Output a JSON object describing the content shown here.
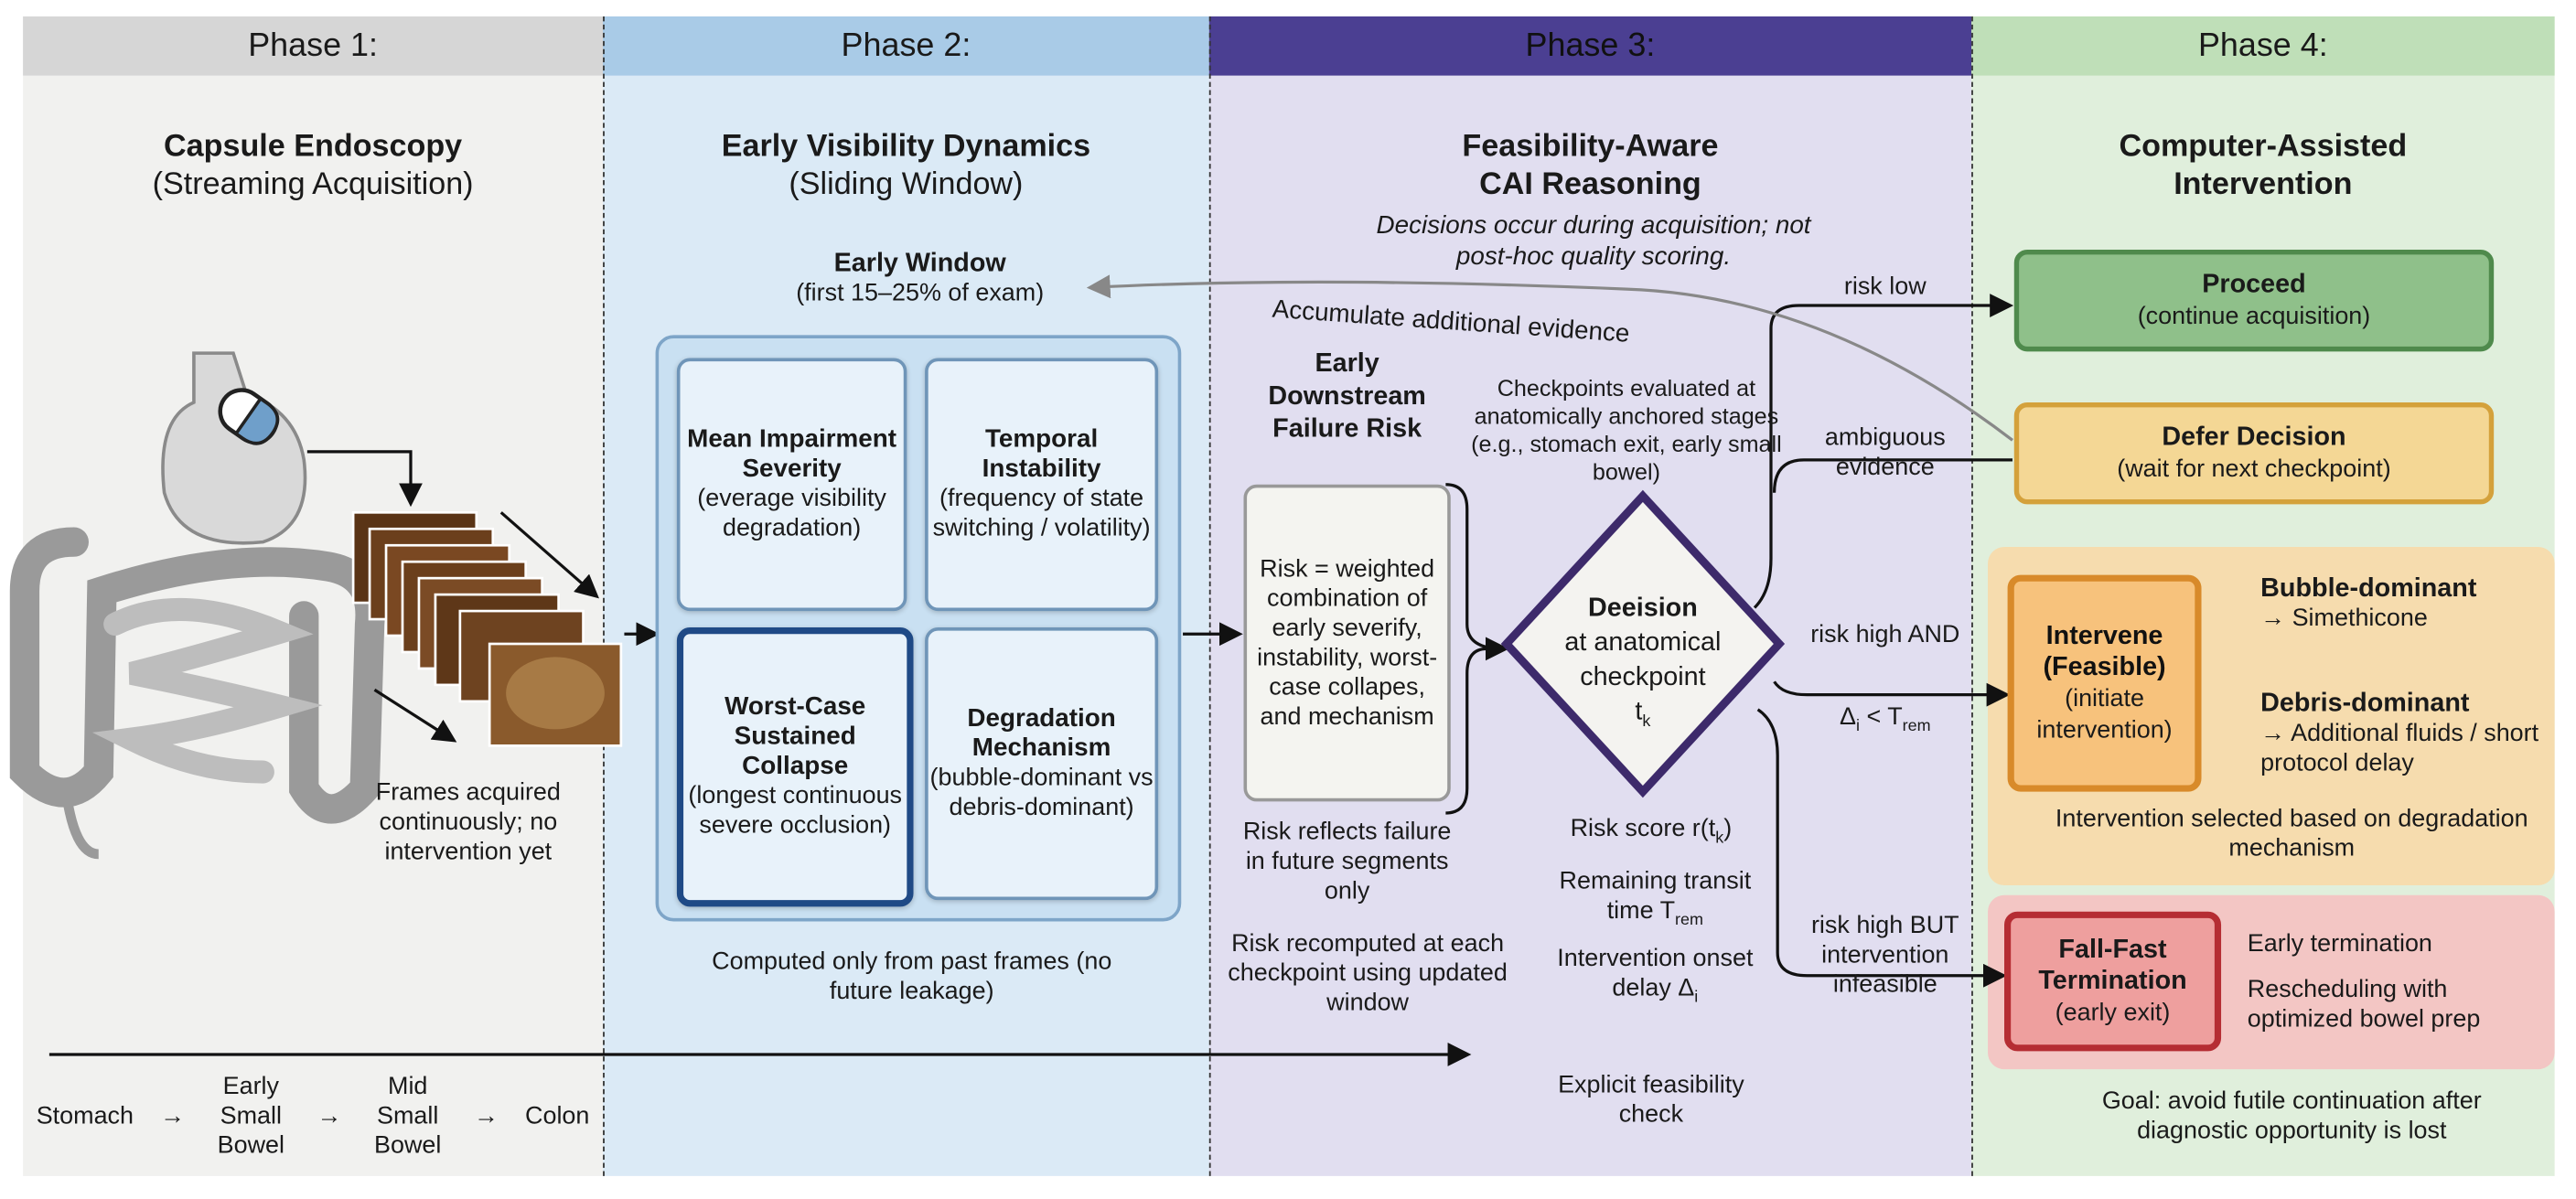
{
  "phases": [
    {
      "header": "Phase 1:",
      "title": "Capsule Endoscopy",
      "subtitle": "(Streaming Acquisition)"
    },
    {
      "header": "Phase 2:",
      "title": "Early Visibility Dynamics",
      "subtitle": "(Sliding Window)"
    },
    {
      "header": "Phase 3:",
      "title": "Feasibility-Aware",
      "subtitle": "CAI Reasoning"
    },
    {
      "header": "Phase 4:",
      "title": "Computer-Assisted",
      "subtitle": "Intervention"
    }
  ],
  "colors": {
    "phase1": "#d9d9d9",
    "phase2": "#b9d6ec",
    "phase3": "#4a3f8f",
    "phase4": "#c6e3c1",
    "proceed": "#7fb27a",
    "defer": "#e3b64a",
    "intervene": "#e89a3a",
    "failfast": "#b8333a"
  },
  "phase1": {
    "frames_caption": "Frames acquired continuously; no intervention yet",
    "stages": [
      "Stomach",
      "Early Small Bowel",
      "Mid Small Bowel",
      "Colon"
    ],
    "stage_arrow": "→"
  },
  "phase2": {
    "window_title": "Early Window",
    "window_sub": "(first 15–25% of exam)",
    "cards": [
      {
        "title": "Mean Impairment Severity",
        "body": "(everage visibility degradation)"
      },
      {
        "title": "Temporal Instability",
        "body": "(frequency of state switching / volatility)"
      },
      {
        "title": "Worst-Case Sustained Collapse",
        "body": "(longest continuous severe occlusion)"
      },
      {
        "title": "Degradation Mechanism",
        "body": "(bubble-dominant vs debris-dominant)"
      }
    ],
    "footer": "Computed only from past frames (no future leakage)"
  },
  "phase3": {
    "note": "Decisions occur during acquisition; not post-hoc quality scoring.",
    "accumulate": "Accumulate additional evidence",
    "risk_heading": "Early Downstream Failure Risk",
    "checkpoints": "Checkpoints evaluated at anatomically anchored stages (e.g., stomach exit, early small bowel)",
    "risk_box": "Risk = weighted combination of early severify, instability, worst-case collapes, and mechanism",
    "decision_title": "Deeision",
    "decision_body": "at anatomical checkpoint",
    "decision_var": "t",
    "decision_sub": "k",
    "risk_reflects": "Risk reflects failure in future segments only",
    "risk_recomputed": "Risk recomputed at each checkpoint using updated window",
    "risk_score": "Risk score r(t",
    "risk_score_sub": "k",
    "risk_score_end": ")",
    "remaining": "Remaining transit time T",
    "remaining_sub": "rem",
    "onset": "Intervention onset delay Δ",
    "onset_sub": "i",
    "explicit": "Explicit feasibility check",
    "branch_low": "risk low",
    "branch_ambiguous": "ambiguous evidence",
    "branch_high_and": "risk high AND",
    "branch_cond": "Δ",
    "branch_cond_sub1": "i",
    "branch_cond_mid": " < T",
    "branch_cond_sub2": "rem",
    "branch_high_but": "risk high BUT intervention infeasible"
  },
  "phase4": {
    "proceed_title": "Proceed",
    "proceed_sub": "(continue acquisition)",
    "defer_title": "Defer Decision",
    "defer_sub": "(wait for next checkpoint)",
    "intervene_title": "Intervene (Feasible)",
    "intervene_sub": "(initiate intervention)",
    "bubble_title": "Bubble-dominant",
    "bubble_action": "→ Simethicone",
    "debris_title": "Debris-dominant",
    "debris_action": "→ Additional fluids / short protocol delay",
    "intervention_note": "Intervention selected based on degradation mechanism",
    "failfast_title": "Fall-Fast Termination",
    "failfast_sub": "(early exit)",
    "early_term": "Early termination",
    "reschedule": "Rescheduling with optimized bowel prep",
    "goal": "Goal: avoid futile continuation after diagnostic opportunity is lost"
  }
}
